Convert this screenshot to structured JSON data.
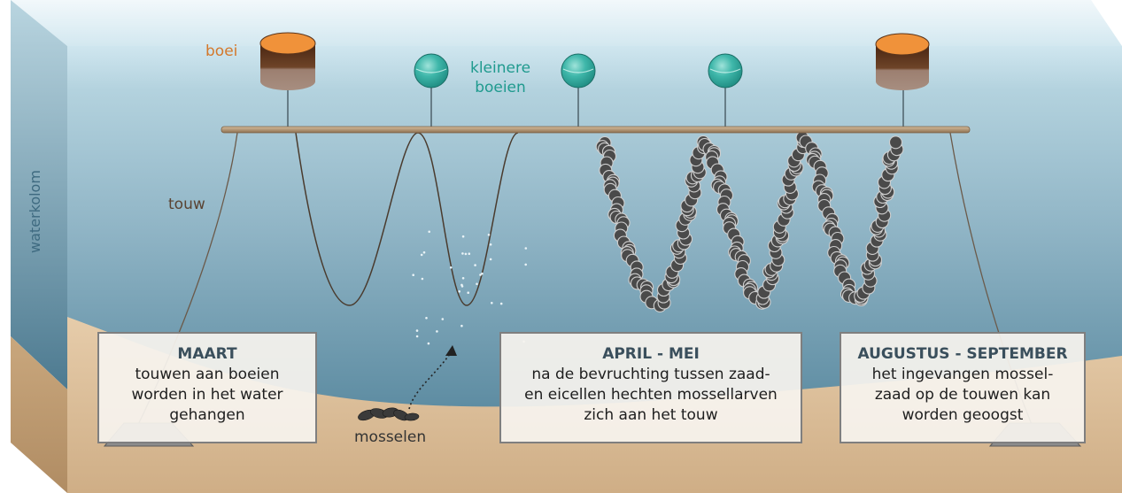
{
  "labels": {
    "buoy": "boei",
    "small_buoys_line1": "kleinere",
    "small_buoys_line2": "boeien",
    "rope": "touw",
    "mussels": "mosselen",
    "water_column": "waterkolom"
  },
  "stages": [
    {
      "title": "MAART",
      "lines": [
        "touwen aan boeien",
        "worden in het water",
        "gehangen"
      ]
    },
    {
      "title": "APRIL - MEI",
      "lines": [
        "na de bevruchting tussen zaad-",
        "en eicellen hechten mossellarven",
        "zich aan het touw"
      ]
    },
    {
      "title": "AUGUSTUS - SEPTEMBER",
      "lines": [
        "het ingevangen mossel-",
        "zaad op de touwen kan",
        "worden geoogst"
      ]
    }
  ],
  "colors": {
    "buoy_top": "#f0923a",
    "buoy_body": "#6b3d1e",
    "small_buoy": "#34b3a6",
    "water_top": "#dceef5",
    "water_deep": "#5b8ba2",
    "seabed": "#d9bd98",
    "rope": "#8b6f55"
  }
}
